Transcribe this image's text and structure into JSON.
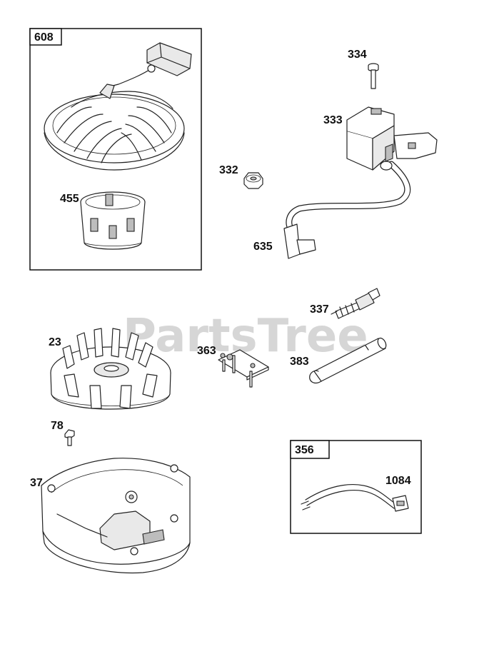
{
  "watermark": "PartsTree",
  "groups": [
    {
      "label": "608"
    },
    {
      "label": "356"
    }
  ],
  "parts": [
    {
      "label": "334"
    },
    {
      "label": "333"
    },
    {
      "label": "332"
    },
    {
      "label": "455"
    },
    {
      "label": "635"
    },
    {
      "label": "337"
    },
    {
      "label": "23"
    },
    {
      "label": "363"
    },
    {
      "label": "383"
    },
    {
      "label": "78"
    },
    {
      "label": "37"
    },
    {
      "label": "1084"
    }
  ]
}
